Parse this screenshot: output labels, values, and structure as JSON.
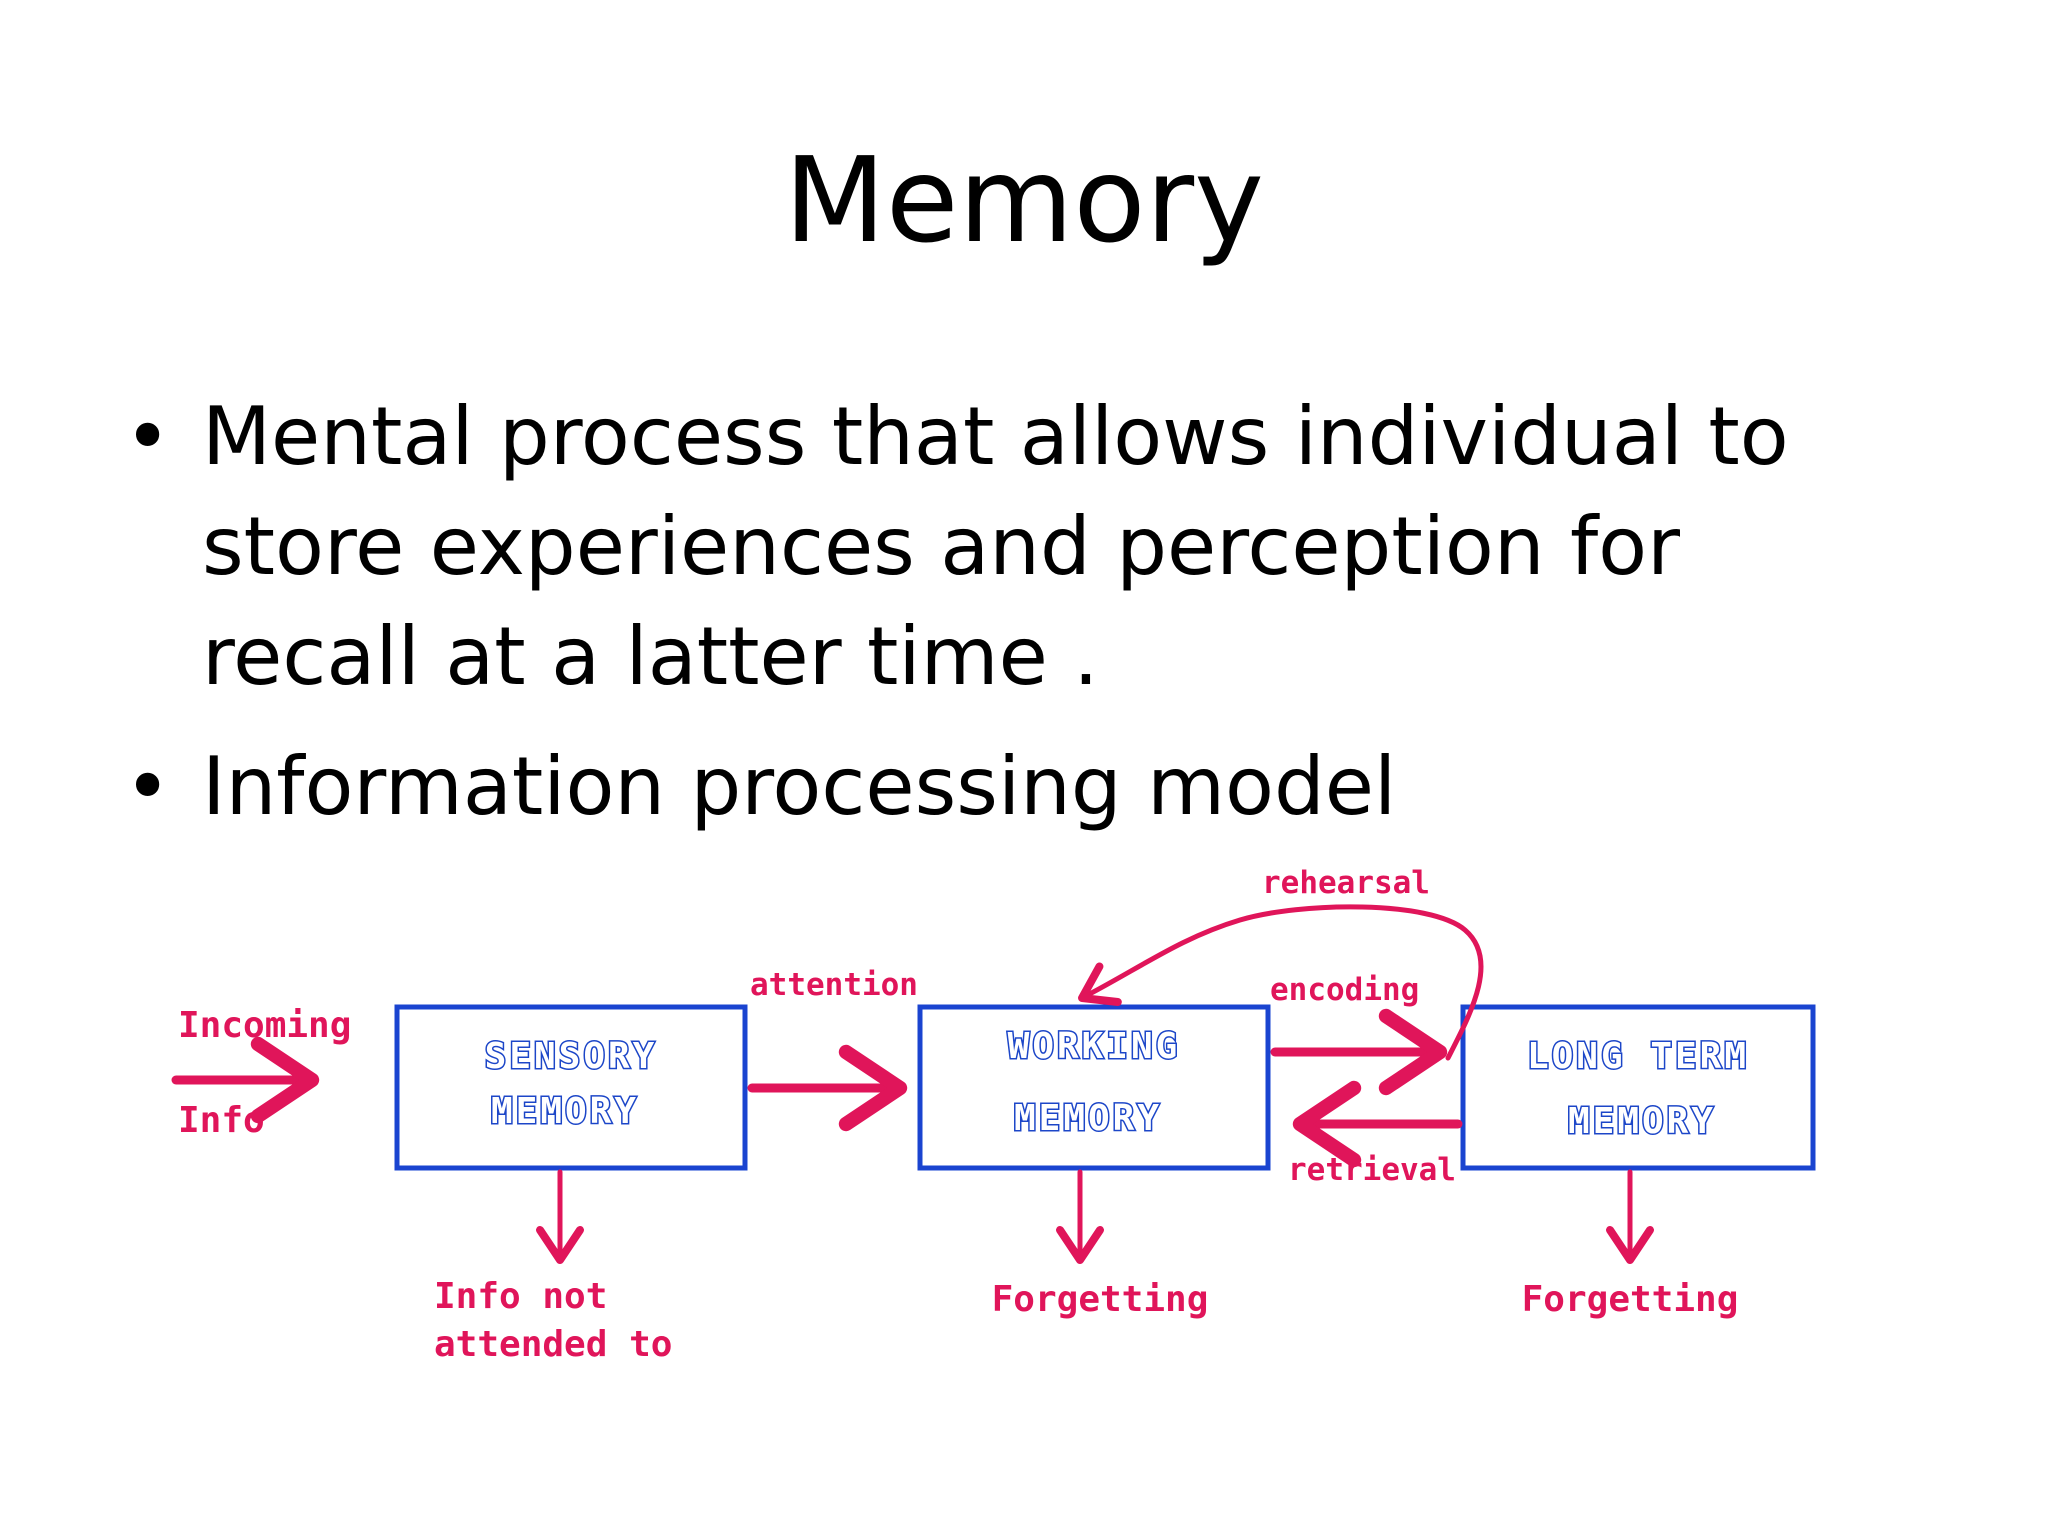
{
  "slide": {
    "title": "Memory",
    "bullets": [
      "Mental process that allows individual to store experiences and perception for recall at a latter time .",
      "Information processing model"
    ]
  },
  "diagram": {
    "colors": {
      "box_border": "#1a44d0",
      "arrow": "#e0155a",
      "label": "#e0155a"
    },
    "input": {
      "line1": "Incoming",
      "line2": "Info"
    },
    "boxes": {
      "sensory": {
        "line1": "SENSORY",
        "line2": "MEMORY"
      },
      "working": {
        "line1": "WORKING",
        "line2": "MEMORY"
      },
      "long_term": {
        "line1": "LONG TERM",
        "line2": "MEMORY"
      }
    },
    "edges": {
      "attention": "attention",
      "rehearsal": "rehearsal",
      "encoding": "encoding",
      "retrieval": "retrieval"
    },
    "outputs": {
      "sensory": {
        "line1": "Info not",
        "line2": "attended to"
      },
      "working": "Forgetting",
      "long_term": "Forgetting"
    }
  }
}
